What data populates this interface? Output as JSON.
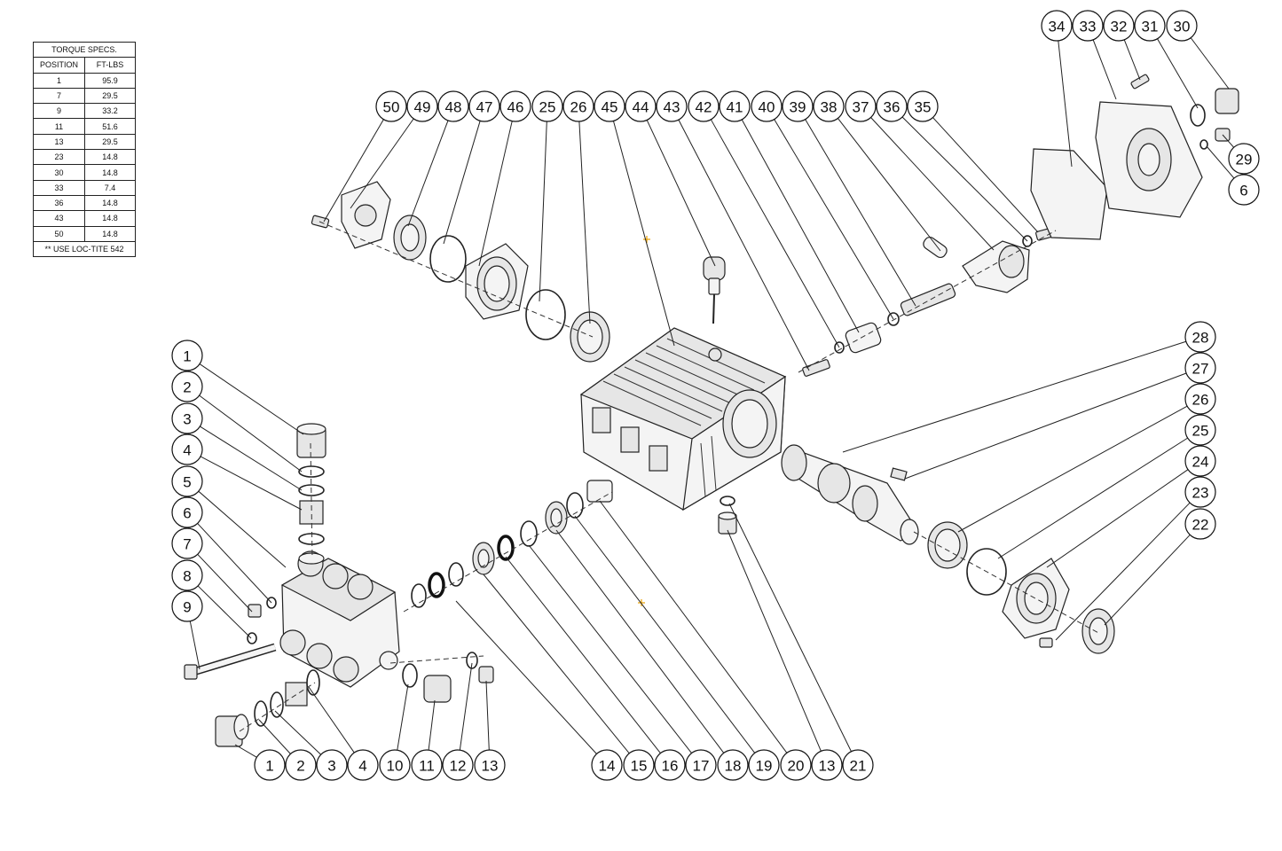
{
  "torque_table": {
    "title": "TORQUE SPECS.",
    "columns": [
      "POSITION",
      "FT-LBS"
    ],
    "rows": [
      [
        "1",
        "95.9"
      ],
      [
        "7",
        "29.5"
      ],
      [
        "9",
        "33.2"
      ],
      [
        "11",
        "51.6"
      ],
      [
        "13",
        "29.5"
      ],
      [
        "23",
        "14.8"
      ],
      [
        "30",
        "14.8"
      ],
      [
        "33",
        "7.4"
      ],
      [
        "36",
        "14.8"
      ],
      [
        "43",
        "14.8"
      ],
      [
        "50",
        "14.8"
      ]
    ],
    "note": "** USE LOC-TITE 542"
  },
  "callouts": {
    "top_row": [
      "50",
      "49",
      "48",
      "47",
      "46",
      "25",
      "26",
      "45",
      "44",
      "43",
      "42",
      "41",
      "40",
      "39",
      "38",
      "37",
      "36",
      "35"
    ],
    "top_right": [
      "34",
      "33",
      "32",
      "31",
      "30",
      "29",
      "6"
    ],
    "left_column": [
      "1",
      "2",
      "3",
      "4",
      "5",
      "6",
      "7",
      "8",
      "9"
    ],
    "right_column": [
      "28",
      "27",
      "26",
      "25",
      "24",
      "23",
      "22"
    ],
    "bottom_row": [
      "1",
      "2",
      "3",
      "4",
      "10",
      "11",
      "12",
      "13",
      "14",
      "15",
      "16",
      "17",
      "18",
      "19",
      "20",
      "13",
      "21"
    ]
  },
  "colors": {
    "line": "#222222",
    "marker": "#e8a000"
  }
}
